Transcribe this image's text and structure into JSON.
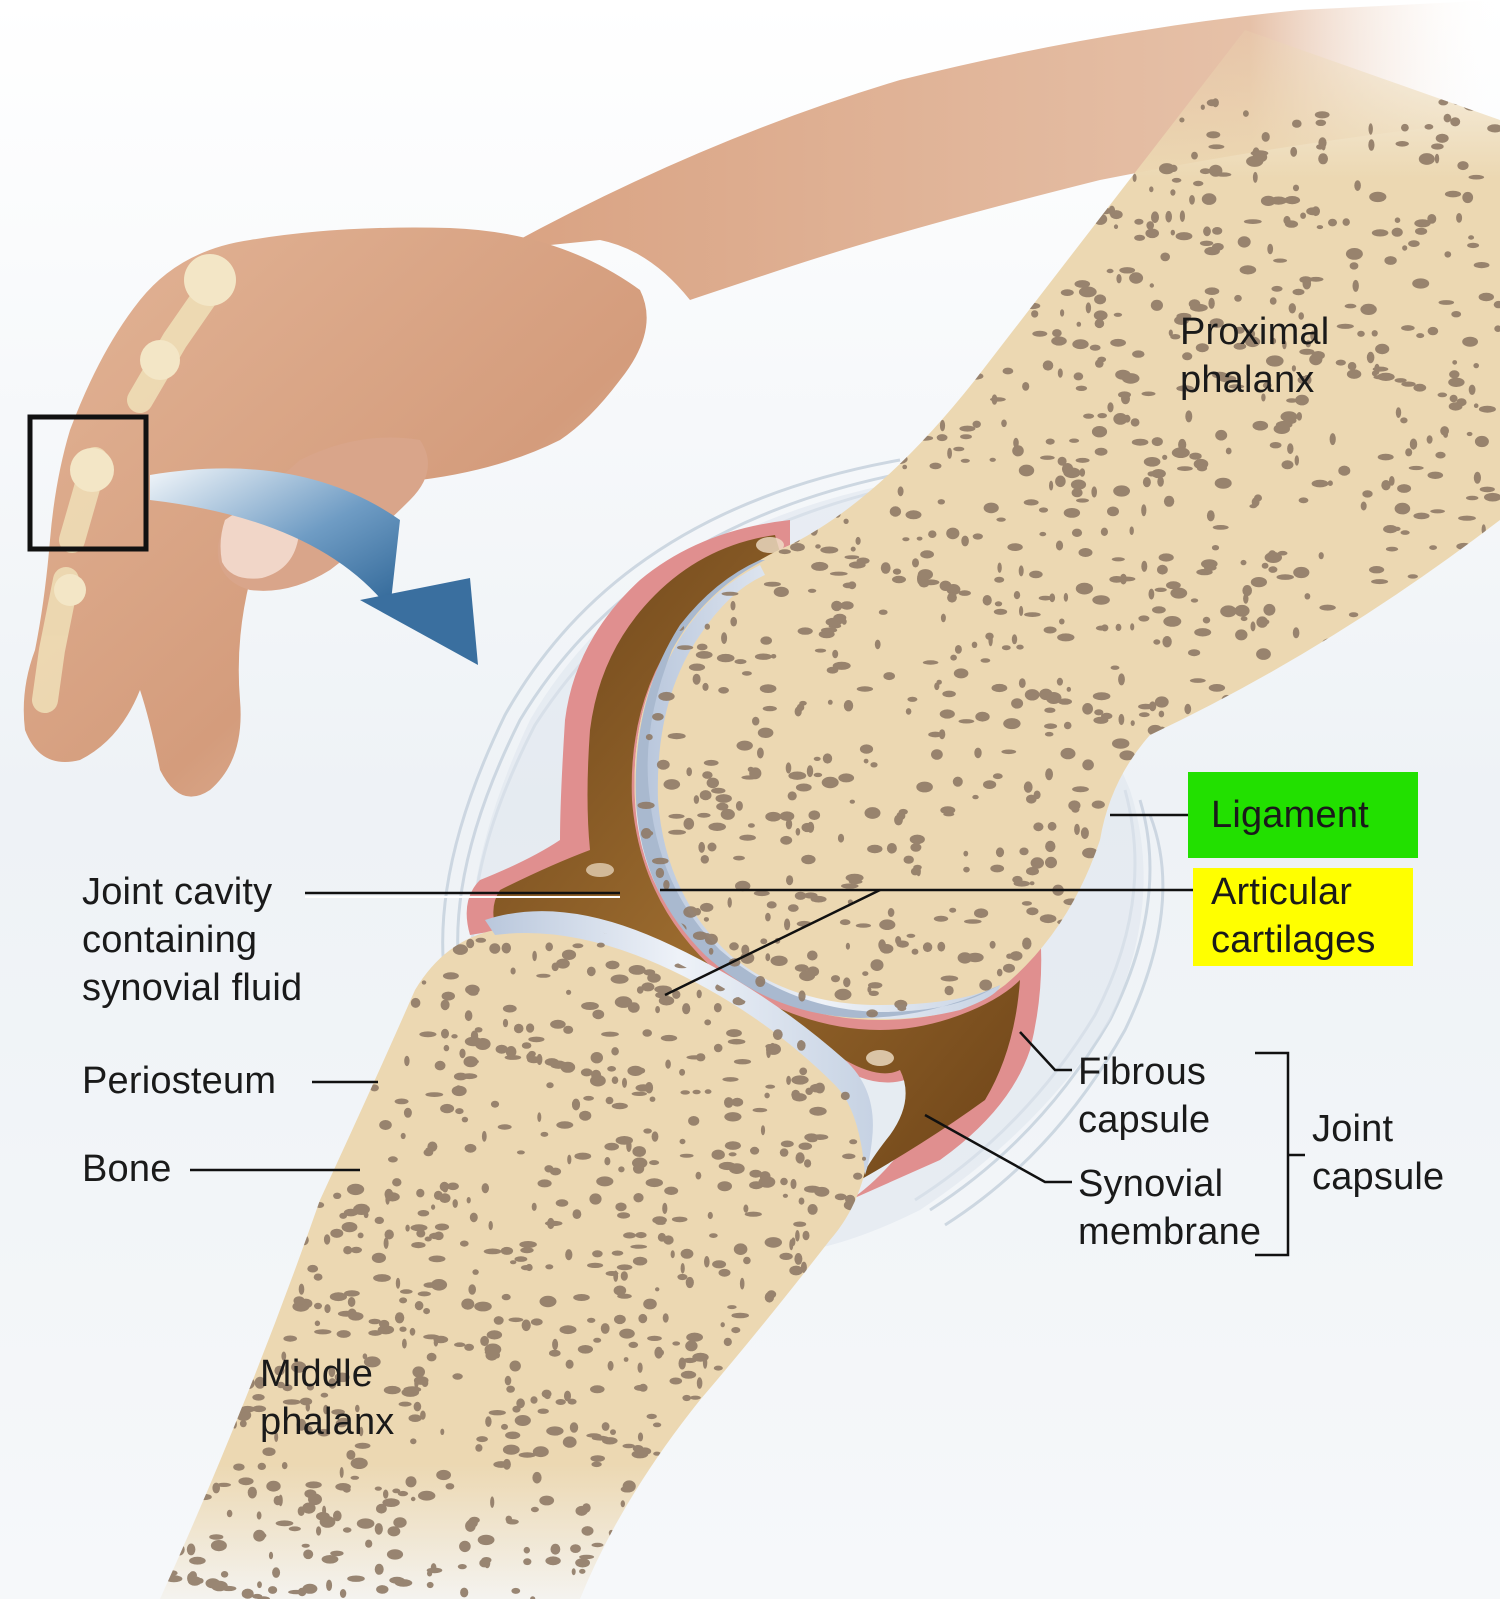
{
  "labels": {
    "proximal_phalanx": [
      "Proximal",
      "phalanx"
    ],
    "ligament": "Ligament",
    "articular_cartilages": [
      "Articular",
      "cartilages"
    ],
    "joint_cavity": [
      "Joint cavity",
      "containing",
      "synovial fluid"
    ],
    "periosteum": "Periosteum",
    "bone": "Bone",
    "fibrous_capsule": [
      "Fibrous",
      "capsule"
    ],
    "synovial_membrane": [
      "Synovial",
      "membrane"
    ],
    "joint_capsule": [
      "Joint",
      "capsule"
    ],
    "middle_phalanx": [
      "Middle",
      "phalanx"
    ]
  },
  "highlight_colors": {
    "ligament": "#22e000",
    "articular_cartilages": "#ffff00"
  },
  "colors": {
    "bone": "#ecd8b2",
    "spongy_bone": "#8f7a66",
    "cartilage": "#d8e1ee",
    "synovial_fluid": "#8a5a22",
    "synovial_membrane": "#e49a9a",
    "ligament": "#c9d6e2",
    "skin": "#d9a788",
    "arrow": "#4b7eac"
  }
}
